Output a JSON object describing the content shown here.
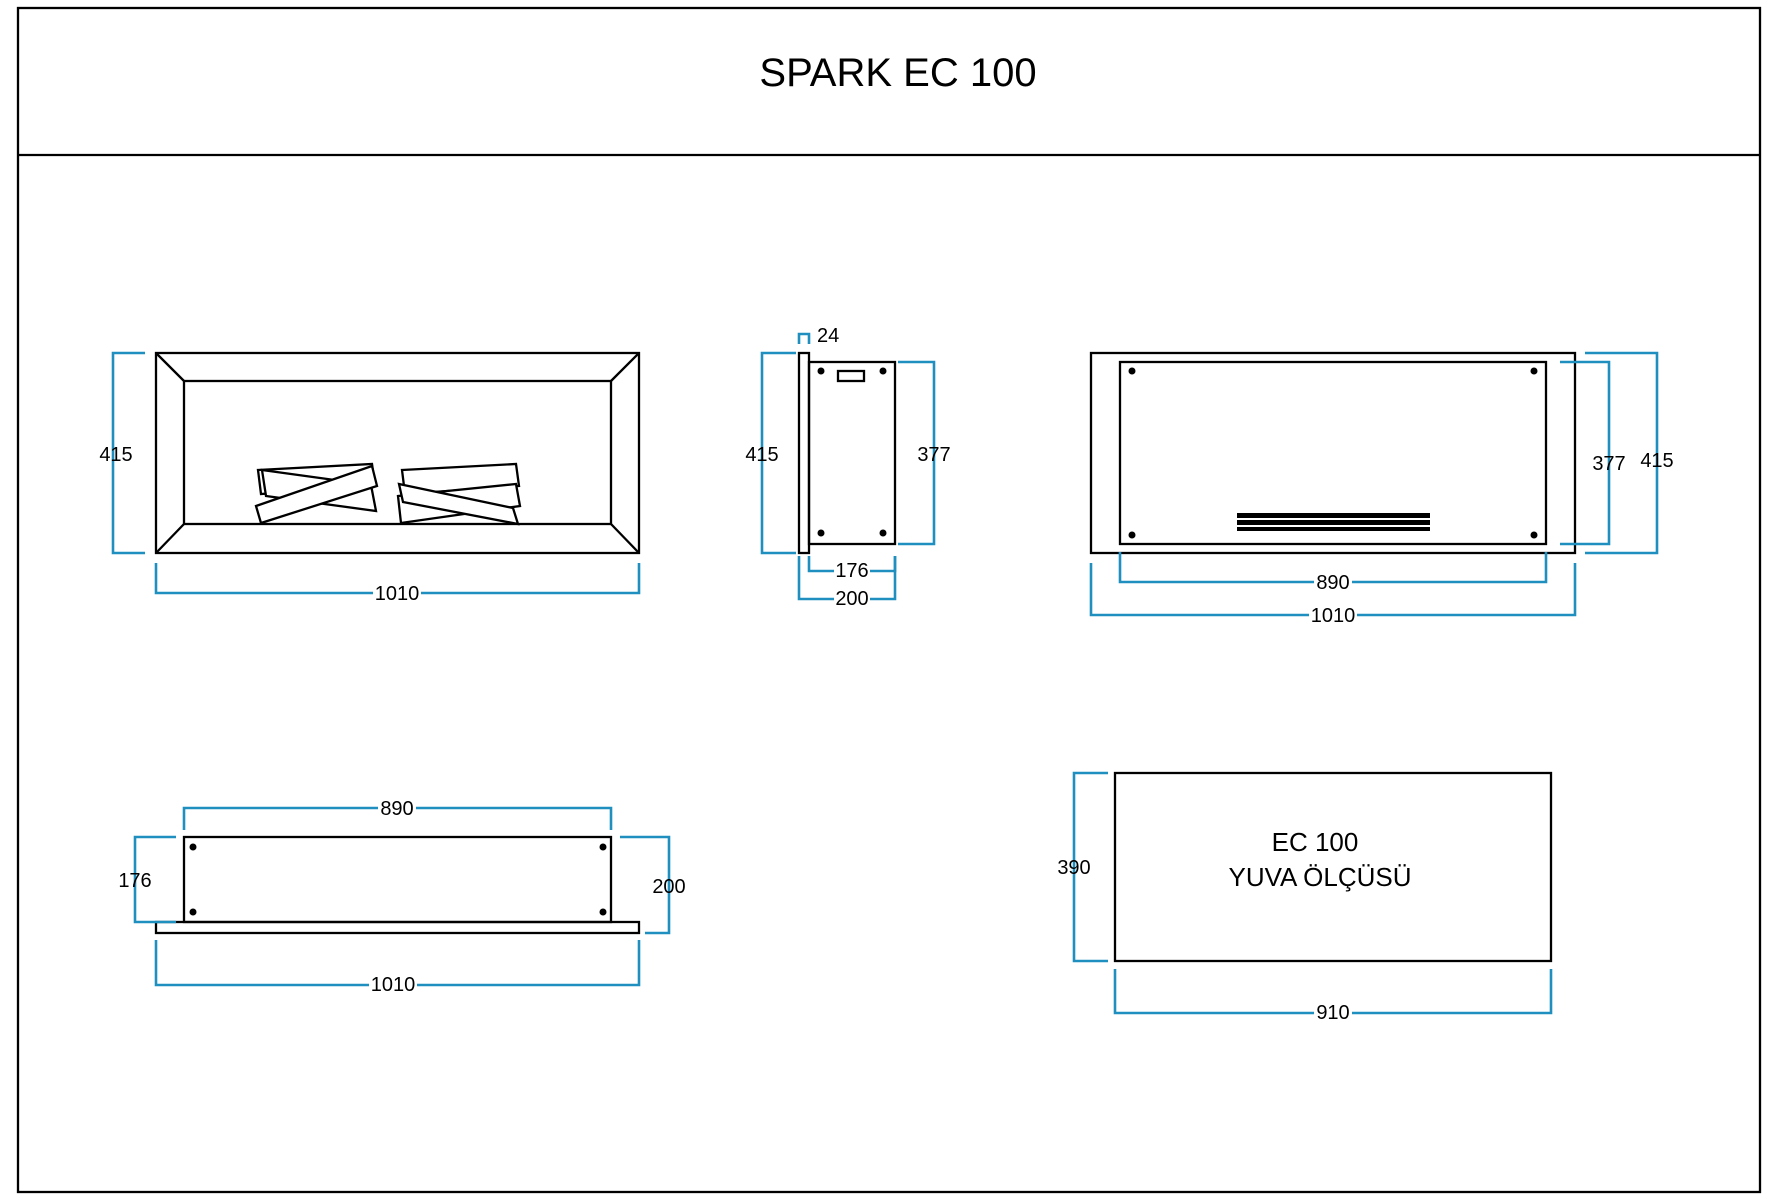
{
  "title": "SPARK EC 100",
  "colors": {
    "outline": "#000000",
    "dimension": "#1E8FBF",
    "background": "#ffffff"
  },
  "front_view": {
    "width_label": "1010",
    "height_label": "415"
  },
  "side_view": {
    "top_label": "24",
    "left_height_label": "415",
    "right_height_label": "377",
    "inner_depth_label": "176",
    "outer_depth_label": "200"
  },
  "back_view": {
    "inner_width_label": "890",
    "outer_width_label": "1010",
    "inner_height_label": "377",
    "outer_height_label": "415"
  },
  "top_view": {
    "inner_width_label": "890",
    "outer_width_label": "1010",
    "inner_depth_label": "176",
    "outer_depth_label": "200"
  },
  "niche_view": {
    "caption_line1": "EC 100",
    "caption_line2": "YUVA  ÖLÇÜSÜ",
    "height_label": "390",
    "width_label": "910"
  }
}
